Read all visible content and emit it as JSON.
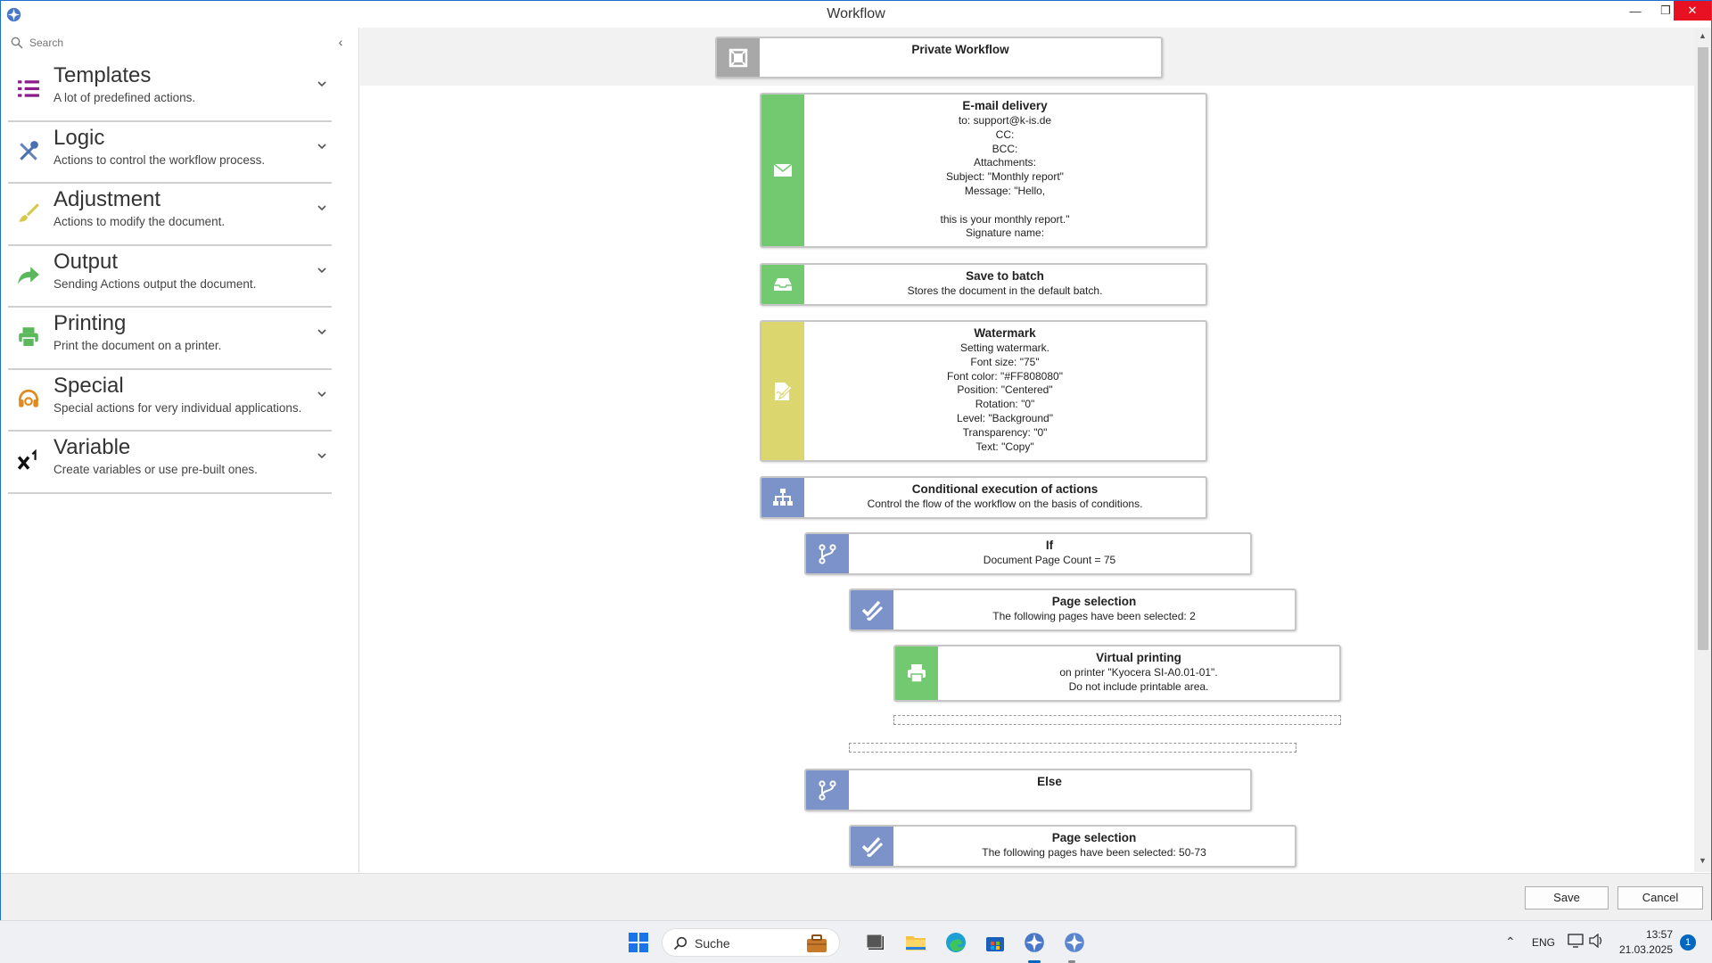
{
  "window": {
    "title": "Workflow"
  },
  "sidebar": {
    "search_placeholder": "Search",
    "categories": [
      {
        "title": "Templates",
        "subtitle": "A lot of predefined actions.",
        "icon": "list-icon",
        "color": "#8b1a8b"
      },
      {
        "title": "Logic",
        "subtitle": "Actions to control the workflow process.",
        "icon": "tools-icon",
        "color": "#4a6fb0"
      },
      {
        "title": "Adjustment",
        "subtitle": "Actions to modify the document.",
        "icon": "brush-icon",
        "color": "#d6c94a"
      },
      {
        "title": "Output",
        "subtitle": "Sending Actions output the document.",
        "icon": "share-arrow-icon",
        "color": "#5cb85c"
      },
      {
        "title": "Printing",
        "subtitle": "Print the document on a printer.",
        "icon": "printer-icon",
        "color": "#5cb85c"
      },
      {
        "title": "Special",
        "subtitle": "Special actions for very individual applications.",
        "icon": "headset-icon",
        "color": "#e08a1e"
      },
      {
        "title": "Variable",
        "subtitle": "Create variables or use pre-built ones.",
        "icon": "variable-icon",
        "color": "#111111"
      }
    ]
  },
  "workflow": {
    "header": {
      "title": "Private Workflow",
      "icon": "workflow-frame-icon",
      "color": "#a8a8a8"
    },
    "cards": [
      {
        "id": "email",
        "title": "E-mail delivery",
        "icon": "envelope-icon",
        "color": "#73c970",
        "lines": [
          "to: support@k-is.de",
          "CC:",
          "BCC:",
          "Attachments:",
          "Subject: \"Monthly report\"",
          "Message: \"Hello,",
          "",
          "this is your monthly report.\"",
          "Signature name:"
        ]
      },
      {
        "id": "batch",
        "title": "Save to batch",
        "icon": "inbox-tray-icon",
        "color": "#73c970",
        "lines": [
          "Stores the document in the default batch."
        ]
      },
      {
        "id": "watermark",
        "title": "Watermark",
        "icon": "watermark-edit-icon",
        "color": "#dbd66e",
        "lines": [
          "Setting watermark.",
          "Font size: \"75\"",
          "Font color: \"#FF808080\"",
          "Position: \"Centered\"",
          "Rotation: \"0\"",
          "Level: \"Background\"",
          "Transparency: \"0\"",
          "Text: \"Copy\""
        ]
      },
      {
        "id": "conditional",
        "title": "Conditional execution of actions",
        "icon": "hierarchy-icon",
        "color": "#7b93c9",
        "lines": [
          "Control the flow of the workflow on the basis of conditions."
        ]
      },
      {
        "id": "if",
        "title": "If",
        "icon": "branch-icon",
        "color": "#7b93c9",
        "lines": [
          "Document Page Count = 75"
        ]
      },
      {
        "id": "pagesel1",
        "title": "Page selection",
        "icon": "double-check-icon",
        "color": "#7b93c9",
        "lines": [
          "The following pages have been selected: 2"
        ]
      },
      {
        "id": "vprint",
        "title": "Virtual printing",
        "icon": "printer-icon",
        "color": "#73c970",
        "lines": [
          "on printer \"Kyocera SI-A0.01-01\".",
          "Do not include printable area."
        ]
      },
      {
        "id": "else",
        "title": "Else",
        "icon": "branch-icon",
        "color": "#7b93c9",
        "lines": []
      },
      {
        "id": "pagesel2",
        "title": "Page selection",
        "icon": "double-check-icon",
        "color": "#7b93c9",
        "lines": [
          "The following pages have been selected: 50-73"
        ]
      }
    ]
  },
  "footer": {
    "save_label": "Save",
    "cancel_label": "Cancel"
  },
  "taskbar": {
    "search_label": "Suche",
    "language": "ENG",
    "time": "13:57",
    "date": "21.03.2025",
    "notification_count": "1",
    "pinned": [
      "windows-start-icon",
      "briefcase-icon",
      "terminal-icon",
      "file-explorer-icon",
      "edge-browser-icon",
      "store-icon",
      "workflow-app-icon",
      "workflow-app-icon"
    ]
  }
}
